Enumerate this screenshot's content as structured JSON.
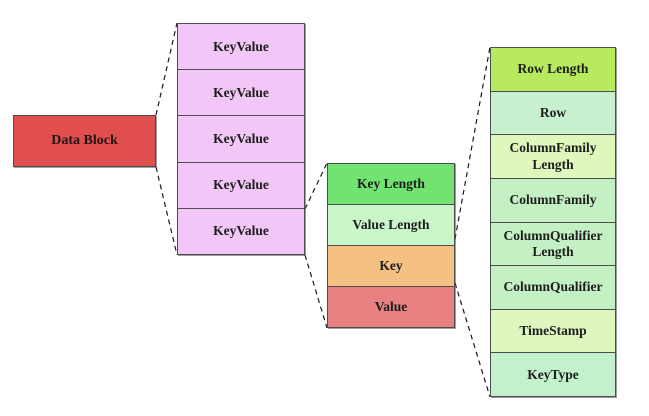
{
  "data_block": {
    "label": "Data Block",
    "color": "#E04E4E"
  },
  "keyvalue_list": {
    "color": "#F2C7F7",
    "items": [
      {
        "label": "KeyValue"
      },
      {
        "label": "KeyValue"
      },
      {
        "label": "KeyValue"
      },
      {
        "label": "KeyValue"
      },
      {
        "label": "KeyValue"
      }
    ]
  },
  "keyvalue_detail": {
    "cells": [
      {
        "label": "Key Length",
        "color": "#70E370"
      },
      {
        "label": "Value Length",
        "color": "#C9F6C9"
      },
      {
        "label": "Key",
        "color": "#F4C183"
      },
      {
        "label": "Value",
        "color": "#E88181"
      }
    ]
  },
  "key_detail": {
    "cells": [
      {
        "label": "Row Length",
        "color": "#B7EA5F"
      },
      {
        "label": "Row",
        "color": "#C6F0CE"
      },
      {
        "label": "ColumnFamily Length",
        "color": "#DFF7BC"
      },
      {
        "label": "ColumnFamily",
        "color": "#C4F1C4"
      },
      {
        "label": "ColumnQualifier Length",
        "color": "#C4F1C4"
      },
      {
        "label": "ColumnQualifier",
        "color": "#C4F1C4"
      },
      {
        "label": "TimeStamp",
        "color": "#E0F6BF"
      },
      {
        "label": "KeyType",
        "color": "#C3F1CC"
      }
    ]
  },
  "connectors": {
    "color": "#1a1a1a"
  }
}
